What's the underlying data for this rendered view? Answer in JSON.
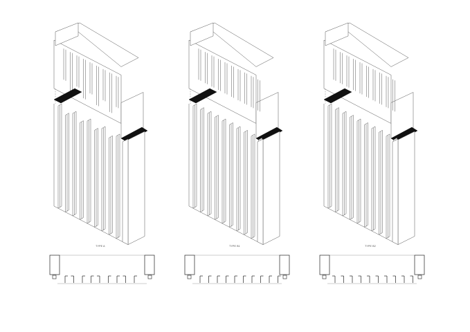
{
  "panels": [
    {
      "label": "TYPE A",
      "fins": 9,
      "variant": "alternating"
    },
    {
      "label": "TYPE B1",
      "fins": 10,
      "variant": "uniform"
    },
    {
      "label": "TYPE B2",
      "fins": 10,
      "variant": "uniform"
    }
  ],
  "colors": {
    "line": "#555555",
    "hatch": "#111111",
    "dash": "#888888"
  }
}
